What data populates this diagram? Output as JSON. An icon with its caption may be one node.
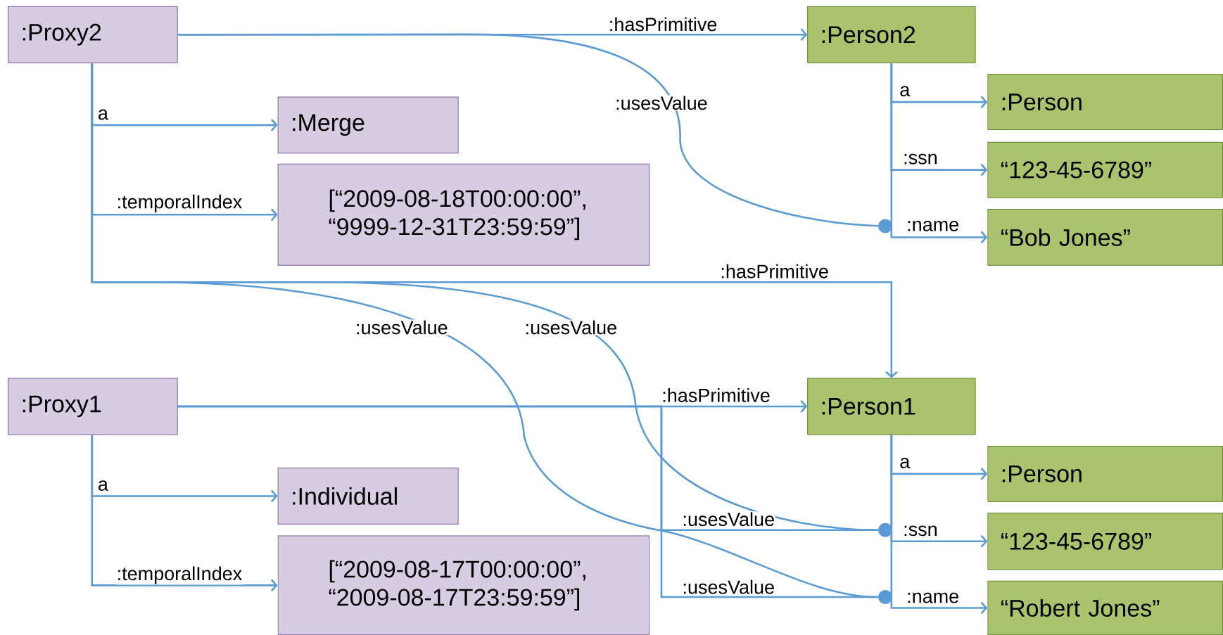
{
  "diagram": {
    "nodes": [
      {
        "text": [
          ":Proxy2"
        ]
      },
      {
        "text": [
          ":Merge"
        ]
      },
      {
        "text": [
          "[“2009-08-18T00:00:00”, “9999-12-31T23:59:59”]"
        ]
      },
      {
        "text": [
          ":Person2"
        ]
      },
      {
        "text": [
          ":Person"
        ]
      },
      {
        "text": [
          "“123-45-6789”"
        ]
      },
      {
        "text": [
          "“Bob Jones”"
        ]
      },
      {
        "text": [
          ":Proxy1"
        ]
      },
      {
        "text": [
          ":Individual"
        ]
      },
      {
        "text": [
          "[“2009-08-17T00:00:00”, “2009-08-17T23:59:59”]"
        ]
      },
      {
        "text": [
          ":Person1"
        ]
      },
      {
        "text": [
          ":Person"
        ]
      },
      {
        "text": [
          "“123-45-6789”"
        ]
      },
      {
        "text": [
          "“Robert Jones”"
        ]
      },
      {
        "text": [],
        "shape": "circle"
      },
      {
        "text": [],
        "shape": "circle"
      },
      {
        "text": [],
        "shape": "circle"
      }
    ],
    "edges": [
      {
        "from": 0,
        "to": 1,
        "arrow": "to",
        "label": "a"
      },
      {
        "from": 0,
        "to": 2,
        "arrow": "to",
        "label": ":temporalIndex"
      },
      {
        "from": 0,
        "to": 3,
        "arrow": "to",
        "label": ":hasPrimitive"
      },
      {
        "from": 0,
        "to": 14,
        "arrow": "none",
        "label": ":usesValue"
      },
      {
        "from": 0,
        "to": 10,
        "arrow": "to",
        "label": ":hasPrimitive"
      },
      {
        "from": 0,
        "to": 15,
        "arrow": "none",
        "label": ":usesValue"
      },
      {
        "from": 0,
        "to": 16,
        "arrow": "none",
        "label": ":usesValue"
      },
      {
        "from": 7,
        "to": 8,
        "arrow": "to",
        "label": "a"
      },
      {
        "from": 7,
        "to": 9,
        "arrow": "to",
        "label": ":temporalIndex"
      },
      {
        "from": 7,
        "to": 10,
        "arrow": "to",
        "label": ":hasPrimitive"
      },
      {
        "from": 7,
        "to": 15,
        "arrow": "none",
        "label": ":usesValue"
      },
      {
        "from": 7,
        "to": 16,
        "arrow": "none",
        "label": ":usesValue"
      },
      {
        "from": 3,
        "to": 4,
        "arrow": "to",
        "label": "a"
      },
      {
        "from": 3,
        "to": 5,
        "arrow": "to",
        "label": ":ssn"
      },
      {
        "from": 3,
        "to": 6,
        "arrow": "to",
        "label": ":name"
      },
      {
        "from": 10,
        "to": 11,
        "arrow": "to",
        "label": "a"
      },
      {
        "from": 10,
        "to": 12,
        "arrow": "to",
        "label": ":ssn"
      },
      {
        "from": 10,
        "to": 13,
        "arrow": "to",
        "label": ":name"
      }
    ]
  }
}
